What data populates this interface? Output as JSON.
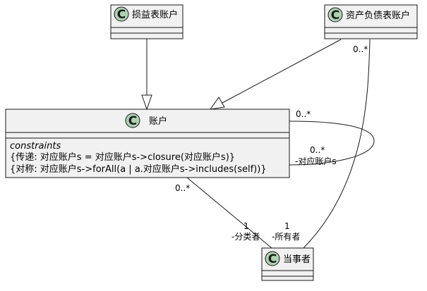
{
  "classes": {
    "profit_loss": {
      "name": "损益表账户",
      "badge": "C"
    },
    "balance_sheet": {
      "name": "资产负债表账户",
      "badge": "C"
    },
    "account": {
      "name": "账户",
      "badge": "C",
      "stereotype": "constraints",
      "constraints": [
        "{传递: 对应账户s = 对应账户s->closure(对应账户s)}",
        "{对称: 对应账户s->forAll(a | a.对应账户s->includes(self))}"
      ]
    },
    "party": {
      "name": "当事者",
      "badge": "C"
    }
  },
  "associations": {
    "self_assoc": {
      "source_mult": "0..*",
      "target_mult": "0..*",
      "target_role": "-对应账户s"
    },
    "account_party": {
      "account_mult": "0..*",
      "party_mult": "1",
      "party_role": "-分类者"
    },
    "balance_party": {
      "balance_mult": "0..*",
      "party_mult": "1",
      "party_role": "-所有者"
    }
  },
  "colors": {
    "class_fill": "#f1f1f1",
    "badge_fill": "#add1b2",
    "stroke": "#181818"
  }
}
